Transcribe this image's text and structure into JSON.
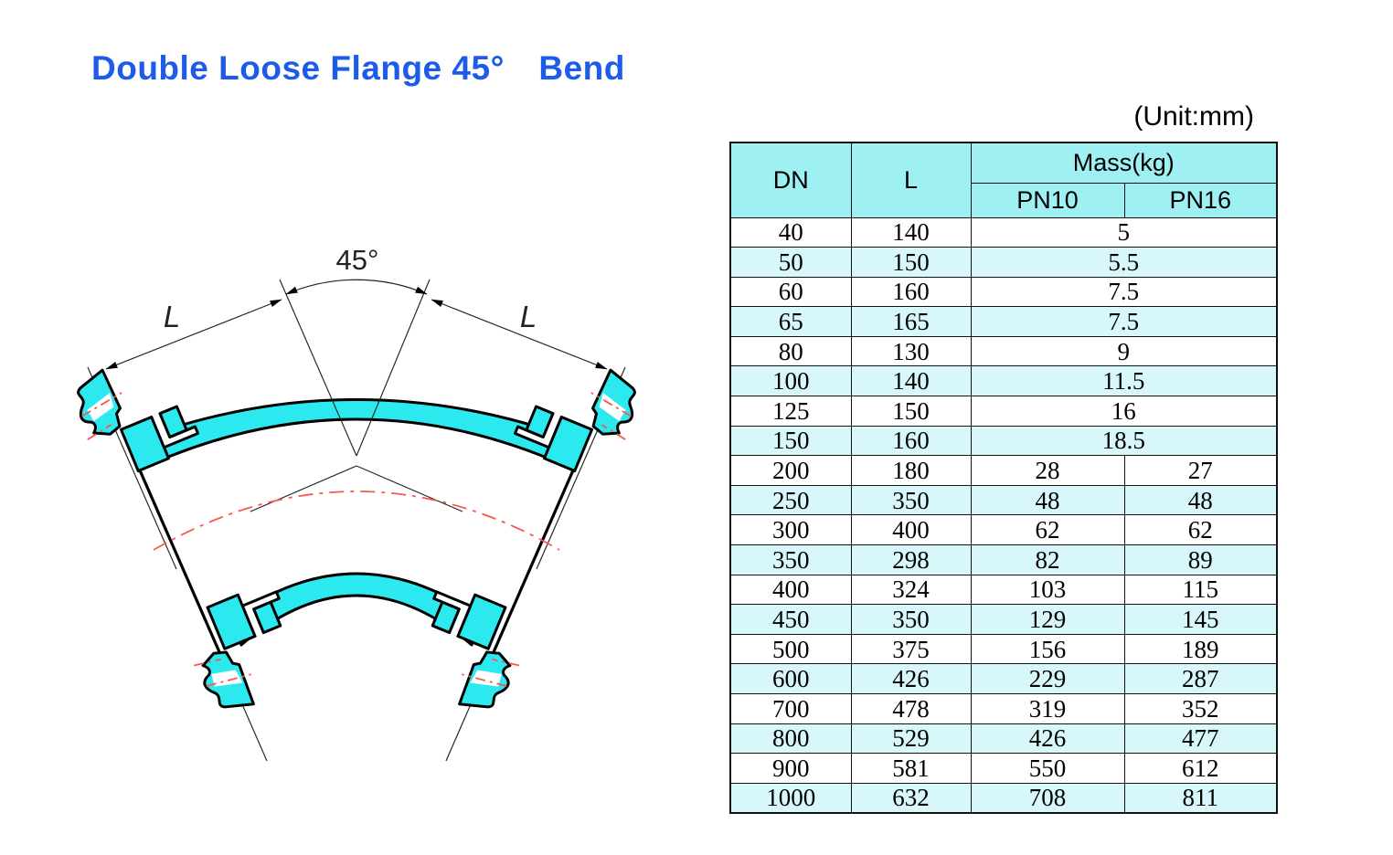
{
  "header": {
    "title": "Double Loose Flange 45°　Bend"
  },
  "unit_label": "(Unit:mm)",
  "table": {
    "columns": {
      "dn": "DN",
      "l": "L",
      "mass": "Mass(kg)",
      "pn10": "PN10",
      "pn16": "PN16"
    },
    "rows": [
      {
        "dn": "40",
        "l": "140",
        "mass": "5"
      },
      {
        "dn": "50",
        "l": "150",
        "mass": "5.5"
      },
      {
        "dn": "60",
        "l": "160",
        "mass": "7.5"
      },
      {
        "dn": "65",
        "l": "165",
        "mass": "7.5"
      },
      {
        "dn": "80",
        "l": "130",
        "mass": "9"
      },
      {
        "dn": "100",
        "l": "140",
        "mass": "11.5"
      },
      {
        "dn": "125",
        "l": "150",
        "mass": "16"
      },
      {
        "dn": "150",
        "l": "160",
        "mass": "18.5"
      },
      {
        "dn": "200",
        "l": "180",
        "pn10": "28",
        "pn16": "27"
      },
      {
        "dn": "250",
        "l": "350",
        "pn10": "48",
        "pn16": "48"
      },
      {
        "dn": "300",
        "l": "400",
        "pn10": "62",
        "pn16": "62"
      },
      {
        "dn": "350",
        "l": "298",
        "pn10": "82",
        "pn16": "89"
      },
      {
        "dn": "400",
        "l": "324",
        "pn10": "103",
        "pn16": "115"
      },
      {
        "dn": "450",
        "l": "350",
        "pn10": "129",
        "pn16": "145"
      },
      {
        "dn": "500",
        "l": "375",
        "pn10": "156",
        "pn16": "189"
      },
      {
        "dn": "600",
        "l": "426",
        "pn10": "229",
        "pn16": "287"
      },
      {
        "dn": "700",
        "l": "478",
        "pn10": "319",
        "pn16": "352"
      },
      {
        "dn": "800",
        "l": "529",
        "pn10": "426",
        "pn16": "477"
      },
      {
        "dn": "900",
        "l": "581",
        "pn10": "550",
        "pn16": "612"
      },
      {
        "dn": "1000",
        "l": "632",
        "pn10": "708",
        "pn16": "811"
      }
    ]
  },
  "drawing": {
    "angle_label": "45°",
    "dim_label_left": "L",
    "dim_label_right": "L"
  },
  "colors": {
    "title_blue": "#1d5ce8",
    "table_header_cyan": "#9ef0f2",
    "table_stripe_cyan": "#d8f7fb",
    "drawing_cyan": "#2ce9ef",
    "centerline_red": "#fb564b"
  }
}
